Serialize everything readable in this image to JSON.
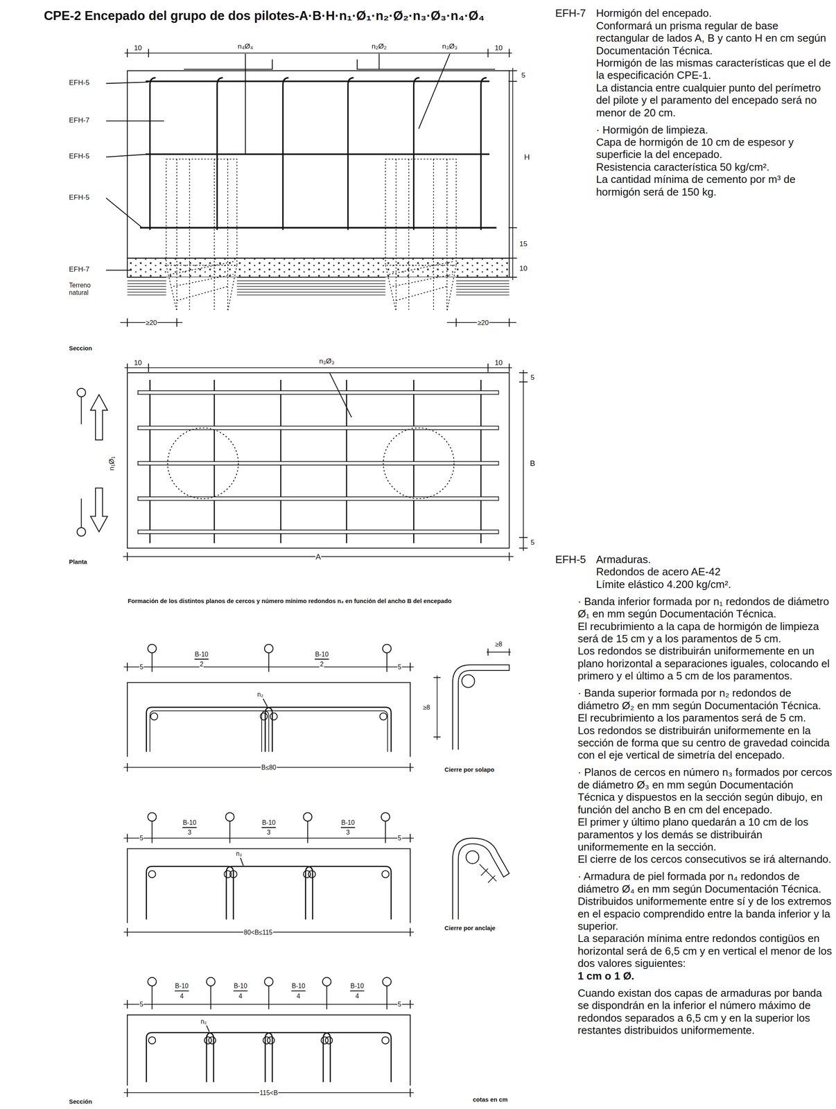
{
  "diagram": {
    "title": "CPE-2 Encepado del grupo de dos pilotes-A·B·H·n₁·Ø₁·n₂·Ø₂·n₃·Ø₃·n₄·Ø₄",
    "labels": [
      "10",
      "n₄Ø₄",
      "n₂Ø₂",
      "n₃Ø₃",
      "10",
      "5",
      "H",
      "15",
      "10",
      "EFH-5",
      "EFH-7",
      "EFH-5",
      "EFH-5",
      "EFH-7",
      "Terreno natural",
      "≥20",
      "≥20",
      "Seccion",
      "10",
      "n₃Ø₃",
      "10",
      "5",
      "B",
      "5",
      "n₁Ø₁",
      "A",
      "Planta",
      "Formación de los distintos planos de cercos y número mínimo redondos n₂ en función del ancho B del encepado",
      "B-10",
      "2",
      "B-10",
      "2",
      "5",
      "5",
      "n₂",
      "B≤80",
      "≥8",
      "≥8",
      "Cierre por solapo",
      "B-10",
      "3",
      "B-10",
      "3",
      "B-10",
      "3",
      "5",
      "5",
      "n₂",
      "80<B≤115",
      "Cierre por anclaje",
      "B-10",
      "4",
      "B-10",
      "4",
      "B-10",
      "4",
      "B-10",
      "4",
      "5",
      "5",
      "n₂",
      "115<B",
      "Sección",
      "cotas en cm",
      "EFH-7",
      "Hormigón del encepado.",
      "Conformará un prisma regular de base rectangular de lados A, B y canto H en cm según Documentación Técnica.",
      "Hormigón de las mismas características que el de la especificación CPE-1.",
      "La distancia entre cualquier punto del perímetro del pilote y el paramento del encepado será no menor de 20 cm.",
      "· Hormigón de limpieza.",
      "Capa de hormigón de 10 cm de espesor y superficie la del encepado.",
      "Resistencia característica 50 kg/cm².",
      "La cantidad mínima de cemento por m³ de hormigón será de 150 kg.",
      "EFH-5",
      "Armaduras.",
      "Redondos de acero AE-42",
      "Límite elástico 4.200 kg/cm².",
      "· Banda inferior formada por n₁ redondos de diámetro Ø₁ en mm según Documentación Técnica.",
      "El recubrimiento a la capa de hormigón de limpieza será de 15 cm y a los paramentos de 5 cm.",
      "Los redondos se distribuirán uniformemente en un plano horizontal a separaciones iguales, colocando el primero y el último a 5 cm de los paramentos.",
      "· Banda superior formada por n₂ redondos de diámetro Ø₂ en mm según Documentación Técnica.",
      "El recubrimiento a los paramentos será de 5 cm.",
      "Los redondos se distribuirán uniformemente en la sección de forma que su centro de gravedad coincida con el eje vertical de simetría del encepado.",
      "· Planos de cercos en número n₃ formados por cercos de diámetro Ø₃ en mm según Documentación Técnica y dispuestos en la sección según dibujo, en función del ancho B en cm del encepado.",
      "El primer y último plano quedarán a 10 cm de los paramentos y los demás se distribuirán uniformemente en la sección.",
      "El cierre de los cercos consecutivos se irá alternando.",
      "· Armadura de piel formada por n₄ redondos de diámetro Ø₄ en mm según Documentación Técnica.",
      "Distribuidos uniformemente entre sí y de los extremos en el espacio comprendido entre la banda inferior y la superior.",
      "La separación mínima entre redondos contigüos en horizontal será de 6,5 cm y en vertical el menor de los dos valores siguientes:",
      "1 cm o 1 Ø.",
      "Cuando existan dos capas de armaduras por banda se dispondrán en la inferior el número máximo de redondos separados a 6,5 cm y en la superior los restantes distribuidos uniformemente."
    ]
  }
}
